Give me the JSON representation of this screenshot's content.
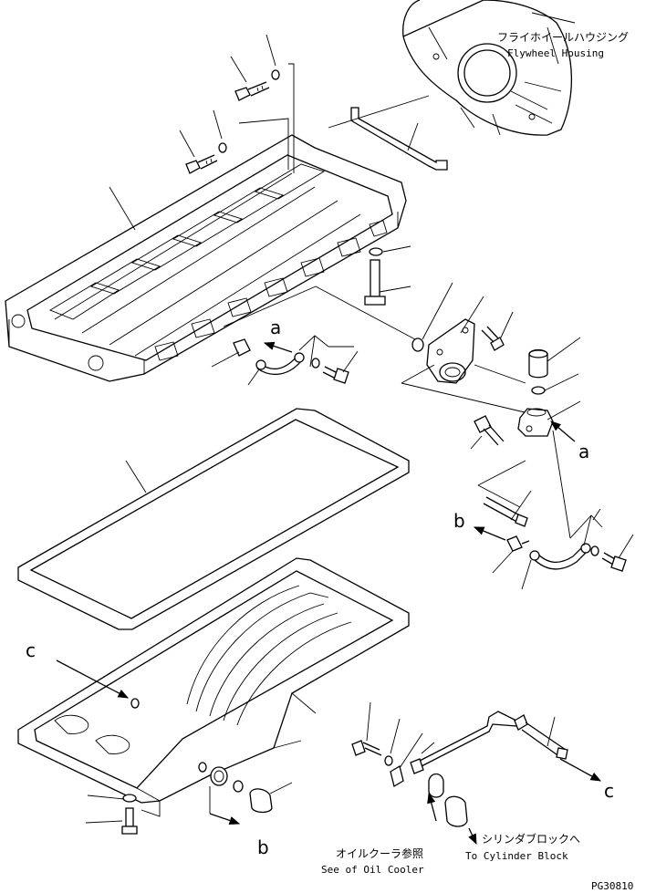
{
  "labels": {
    "flywheel_housing_jp": "フライホイールハウジング",
    "flywheel_housing_en": "Flywheel Housing",
    "oil_cooler_jp": "オイルクーラ参照",
    "oil_cooler_en": "See of Oil Cooler",
    "cylinder_block_jp": "シリンダブロックへ",
    "cylinder_block_en": "To Cylinder Block",
    "drawing_code": "PG30810"
  },
  "references": {
    "a1": "a",
    "a2": "a",
    "b1": "b",
    "b2": "b",
    "c1": "c",
    "c2": "c"
  }
}
